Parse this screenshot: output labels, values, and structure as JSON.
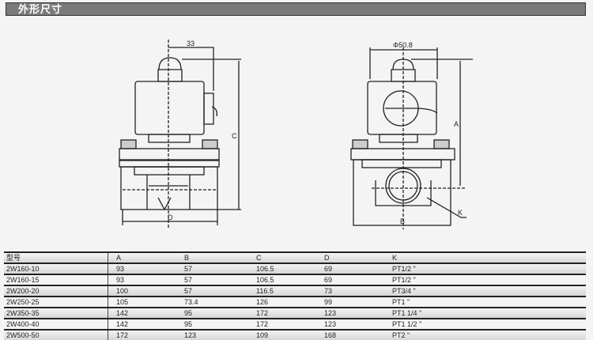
{
  "header": {
    "title": "外形尺寸"
  },
  "drawing": {
    "left_labels": {
      "width_top": "33",
      "height": "C",
      "width_bottom": "D"
    },
    "right_labels": {
      "diameter": "Φ50.8",
      "height": "A",
      "width_bottom": "B",
      "port": "K"
    }
  },
  "table": {
    "headers": [
      "型号",
      "A",
      "B",
      "C",
      "D",
      "K"
    ],
    "rows": [
      [
        "2W160-10",
        "93",
        "57",
        "106.5",
        "69",
        "PT1/2 \""
      ],
      [
        "2W160-15",
        "93",
        "57",
        "106.5",
        "69",
        "PT1/2 \""
      ],
      [
        "2W200-20",
        "100",
        "57",
        "116.5",
        "73",
        "PT3/4 \""
      ],
      [
        "2W250-25",
        "105",
        "73.4",
        "126",
        "99",
        "PT1 \""
      ],
      [
        "2W350-35",
        "142",
        "95",
        "172",
        "123",
        "PT1 1/4 \""
      ],
      [
        "2W400-40",
        "142",
        "95",
        "172",
        "123",
        "PT1 1/2 \""
      ],
      [
        "2W500-50",
        "172",
        "123",
        "109",
        "168",
        "PT2 \""
      ]
    ]
  }
}
